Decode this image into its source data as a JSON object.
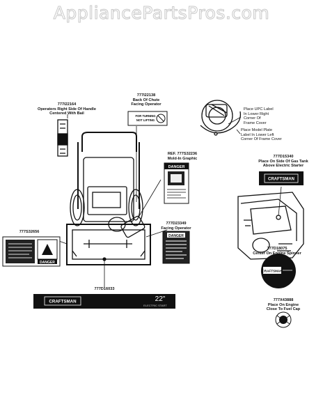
{
  "watermark": "AppliancePartsPros.com",
  "labels": {
    "handle": {
      "part": "777I22164",
      "line1": "Operators Right Side Of Handle",
      "line2": "Centered With Bail"
    },
    "chute": {
      "part": "777I22138",
      "line1": "Back Of Chute",
      "line2": "Facing Operator"
    },
    "upc": {
      "line1": "Place UPC Label",
      "line2": "In Lower Right",
      "line3": "Corner Of",
      "line4": "Frame Cover"
    },
    "model": {
      "line1": "Place Model Plate",
      "line2": "Label In Lower Left",
      "line3": "Corner Of Frame Cover"
    },
    "moldin": {
      "part": "REF. 777S32236",
      "line1": "Mold-In Graphic"
    },
    "gastank": {
      "part": "777D15340",
      "line1": "Place On Side Of Gas Tank",
      "line2": "Above Electric Starter"
    },
    "facing": {
      "part": "777D23349",
      "line1": "Facing Operator"
    },
    "left": {
      "part": "777S32656"
    },
    "spinner": {
      "part": "777D18075",
      "line1": "Center On Engine Spinner"
    },
    "frame": {
      "part": "777D16033"
    },
    "fuelcap": {
      "part": "777X43888",
      "line1": "Place On Engine",
      "line2": "Close To Fuel Cap"
    }
  },
  "decal_text": {
    "brand": "CRAFTSMAN",
    "size": "22\"",
    "sub": "ELECTRIC START",
    "danger": "DANGER",
    "chute_line1": "FOR TURNING",
    "chute_line2": "NOT LIFTING"
  }
}
